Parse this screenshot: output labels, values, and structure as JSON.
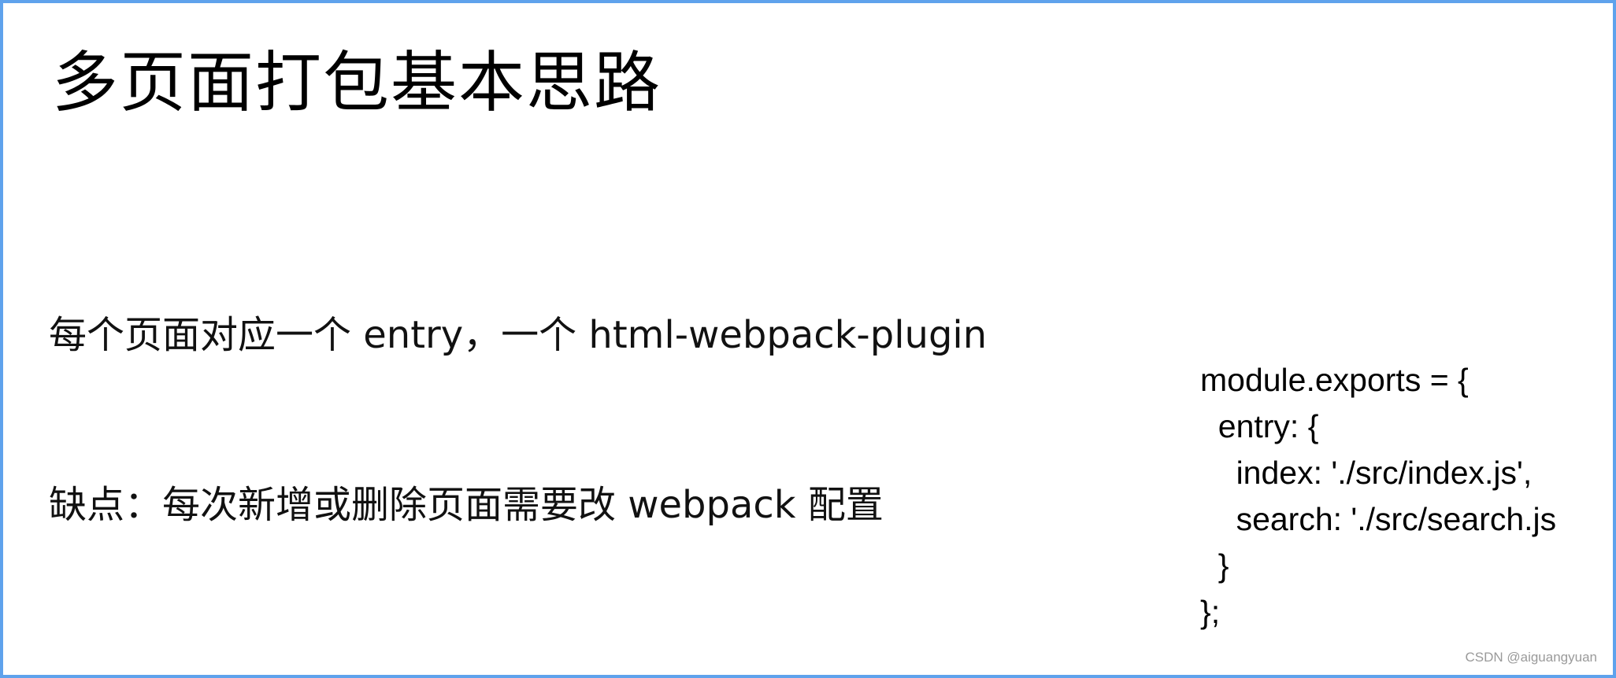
{
  "slide": {
    "title": "多页面打包基本思路",
    "points": [
      "每个页面对应一个 entry，一个 html-webpack-plugin",
      "缺点：每次新增或删除页面需要改 webpack 配置"
    ],
    "code_lines": [
      "module.exports = {",
      "  entry: {",
      "    index: './src/index.js',",
      "    search: './src/search.js",
      "  }",
      "};"
    ],
    "watermark": "CSDN @aiguangyuan",
    "border_color": "#5fa2ec"
  }
}
